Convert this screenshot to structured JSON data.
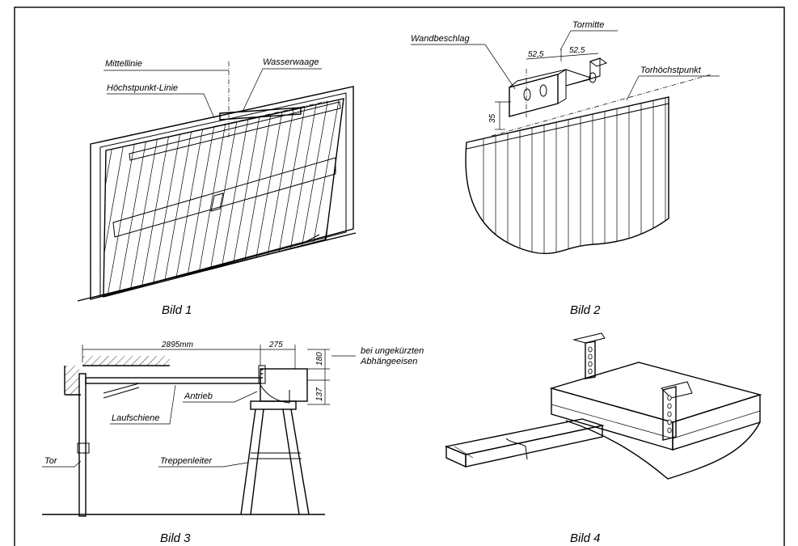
{
  "figure1": {
    "caption": "Bild 1",
    "labels": {
      "mittellinie": "Mittellinie",
      "wasserwaage": "Wasserwaage",
      "hoechstpunkt": "Höchstpunkt-Linie"
    }
  },
  "figure2": {
    "caption": "Bild 2",
    "labels": {
      "tormitte": "Tormitte",
      "wandbeschlag": "Wandbeschlag",
      "torhoechstpunkt": "Torhöchstpunkt"
    },
    "dimensions": {
      "left": "52,5",
      "right": "52,5",
      "vertical": "35"
    }
  },
  "figure3": {
    "caption": "Bild 3",
    "labels": {
      "antrieb": "Antrieb",
      "laufschiene": "Laufschiene",
      "tor": "Tor",
      "treppenleiter": "Treppenleiter",
      "note_line1": "bei ungekürzten",
      "note_line2": "Abhängeeisen"
    },
    "dimensions": {
      "length": "2895mm",
      "offset": "275",
      "upper": "180",
      "lower": "137"
    }
  },
  "figure4": {
    "caption": "Bild 4"
  },
  "colors": {
    "ink": "#000000",
    "paper": "#ffffff"
  }
}
